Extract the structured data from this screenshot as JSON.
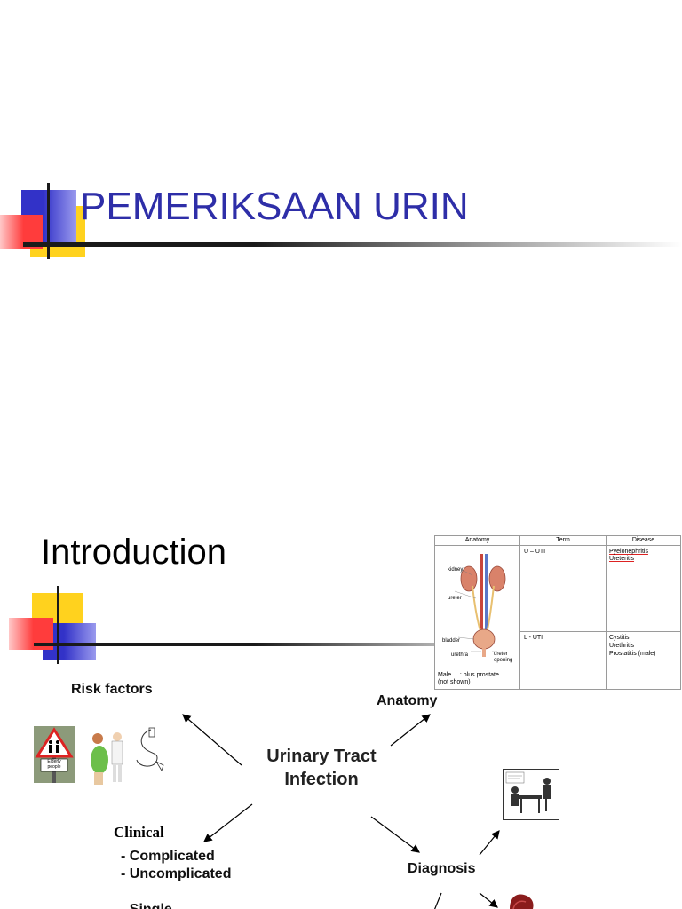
{
  "slide1": {
    "title": "PEMERIKSAAN URIN",
    "colors": {
      "title": "#2e2ea8",
      "yellow": "#ffd21e",
      "blue": "#3232c8",
      "red": "#ff3c3c"
    }
  },
  "slide2": {
    "title": "Introduction",
    "center_line1": "Urinary Tract",
    "center_line2": "Infection",
    "risk_factors": "Risk factors",
    "anatomy": "Anatomy",
    "diagnosis": "Diagnosis",
    "clinical": "Clinical",
    "clinical_items": [
      "- Complicated",
      "- Uncomplicated",
      "- Single"
    ],
    "risk_sign_text": "Elderly people",
    "anatomy_table": {
      "headers": [
        "Anatomy",
        "Term",
        "Disease"
      ],
      "rows": [
        {
          "term": "U – UTI",
          "diseases": [
            "Pyelonephritis",
            "Ureteritis"
          ]
        },
        {
          "term": "L - UTI",
          "diseases": [
            "Cystitis",
            "Urethritis",
            "Prostatitis (male)"
          ]
        }
      ],
      "organ_labels": [
        "kidney",
        "ureter",
        "bladder",
        "urethra",
        "ureter opening"
      ],
      "note_line1": "Male     : plus prostate",
      "note_line2": "(not shown)"
    }
  }
}
